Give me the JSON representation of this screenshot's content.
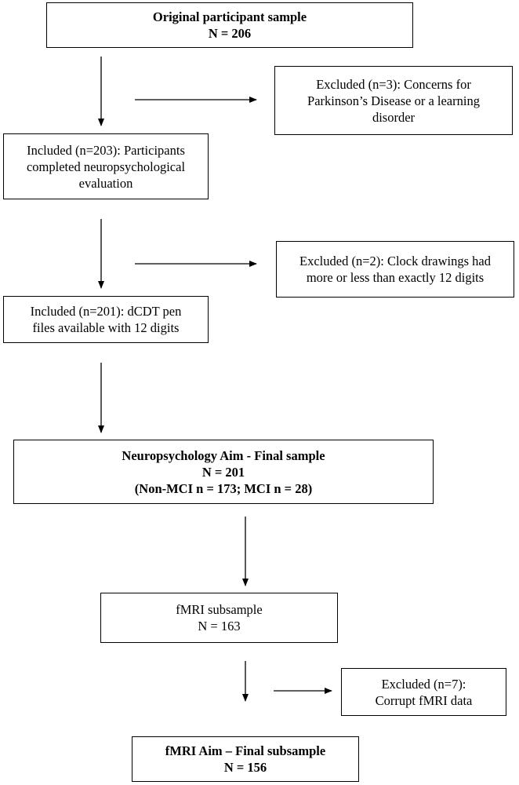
{
  "boxes": {
    "original": {
      "line1": "Original participant sample",
      "line2": "N = 206"
    },
    "excluded1": {
      "line1": "Excluded (n=3): Concerns for",
      "line2": "Parkinson’s Disease or a learning",
      "line3": "disorder"
    },
    "included1": {
      "line1": "Included (n=203): Participants",
      "line2": "completed neuropsychological",
      "line3": "evaluation"
    },
    "excluded2": {
      "line1": "Excluded (n=2): Clock drawings had",
      "line2": "more or less than exactly 12 digits"
    },
    "included2": {
      "line1": "Included (n=201): dCDT pen",
      "line2": "files available with 12 digits"
    },
    "neuro_final": {
      "line1": "Neuropsychology Aim - Final sample",
      "line2": "N = 201",
      "line3": "(Non-MCI n = 173; MCI n = 28)"
    },
    "fmri_subsample": {
      "line1": "fMRI subsample",
      "line2": "N = 163"
    },
    "excluded3": {
      "line1": "Excluded (n=7):",
      "line2": "Corrupt fMRI data"
    },
    "fmri_final": {
      "line1": "fMRI Aim – Final subsample",
      "line2": "N = 156"
    }
  }
}
